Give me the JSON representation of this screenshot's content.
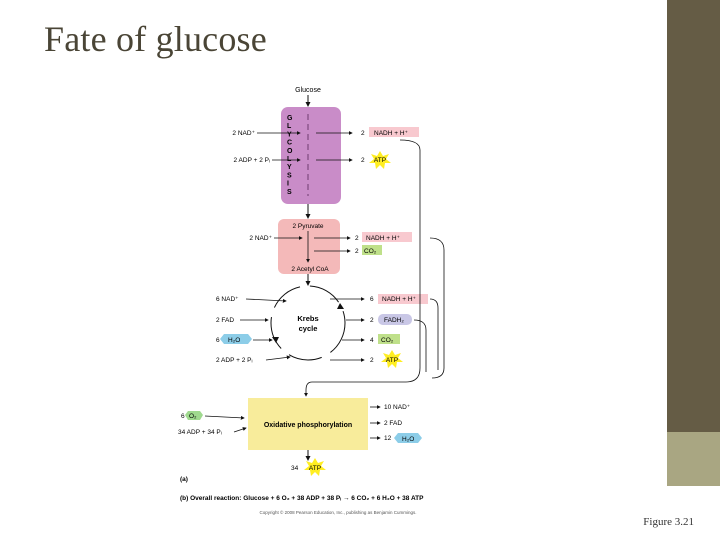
{
  "slide": {
    "title": "Fate of glucose",
    "caption": "Figure 3.21"
  },
  "figure": {
    "glucose": "Glucose",
    "glycolysis_letters": [
      "G",
      "L",
      "Y",
      "C",
      "O",
      "L",
      "Y",
      "S",
      "I",
      "S"
    ],
    "glycolysis": {
      "in_nad": "2 NAD⁺",
      "in_adp": "2 ADP + 2 Pᵢ",
      "out_nadh_n": "2",
      "out_nadh": "NADH + H⁺",
      "out_atp_n": "2",
      "out_atp": "ATP"
    },
    "pyruvate": {
      "top": "2 Pyruvate",
      "bottom": "2 Acetyl CoA",
      "in_nad": "2 NAD⁺",
      "out_nadh_n": "2",
      "out_nadh": "NADH + H⁺",
      "out_co2_n": "2",
      "out_co2": "CO₂"
    },
    "krebs": {
      "label_1": "Krebs",
      "label_2": "cycle",
      "in_nad": "6 NAD⁺",
      "in_fad": "2 FAD",
      "in_h2o_n": "6",
      "in_h2o": "H₂O",
      "in_adp": "2 ADP + 2 Pᵢ",
      "out_nadh_n": "6",
      "out_nadh": "NADH + H⁺",
      "out_fadh_n": "2",
      "out_fadh": "FADH₂",
      "out_co2_n": "4",
      "out_co2": "CO₂",
      "out_atp_n": "2",
      "out_atp": "ATP"
    },
    "oxphos": {
      "label": "Oxidative phosphorylation",
      "in_o2_n": "6",
      "in_o2": "O₂",
      "in_adp": "34 ADP + 34 Pᵢ",
      "out_nad": "10 NAD⁺",
      "out_fad": "2 FAD",
      "out_h2o_n": "12",
      "out_h2o": "H₂O",
      "atp_n": "34",
      "atp": "ATP"
    },
    "panel_label": "(a)",
    "overall": "(b) Overall reaction: Glucose + 6 O₂ + 38 ADP + 38 Pᵢ → 6 CO₂ + 6 H₂O + 38 ATP",
    "copyright": "Copyright © 2008 Pearson Education, Inc., publishing as Benjamin Cummings."
  },
  "colors": {
    "glycolysis": "#c98cc8",
    "pyruvate": "#f4b9b9",
    "oxphos": "#f8ec9b",
    "nadh_tag": "#f8c9cf",
    "atp_star": "#ffee22",
    "co2_tag": "#bfe08a",
    "fadh_tag": "#c9c7e6",
    "h2o_tag": "#8ccde8",
    "o2_tag": "#9fd98e",
    "side_dark": "#655c45",
    "side_light": "#a9a682"
  }
}
